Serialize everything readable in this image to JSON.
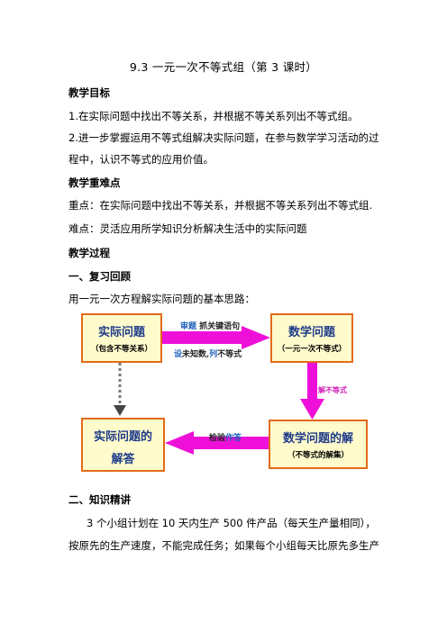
{
  "title": "9.3 一元一次不等式组（第 3 课时）",
  "goals_heading": "教学目标",
  "goal_1": "1.在实际问题中找出不等关系，并根据不等关系列出不等式组。",
  "goal_2_line1": "2.进一步掌握运用不等式组解决实际问题，在参与数学学习活动的过",
  "goal_2_line2": "程中，认识不等式的应用价值。",
  "keypoints_heading": "教学重难点",
  "key_point": "重点：在实际问题中找出不等关系，并根据不等关系列出不等式组.",
  "difficult_point": "难点：灵活应用所学知识分析解决生活中的实际问题",
  "process_heading": "教学过程",
  "section_1_heading": "一、复习回顾",
  "review_intro": "用一元一次方程解实际问题的基本思路：",
  "diagram": {
    "box_real_problem": "实际问题",
    "box_real_problem_sub": "（包含不等关系）",
    "box_math_problem": "数学问题",
    "box_math_problem_sub": "（一元一次不等式）",
    "box_math_solution": "数学问题的解",
    "box_math_solution_sub": "（不等式的解集）",
    "box_real_answer_line1": "实际问题的",
    "box_real_answer_line2": "解答",
    "arrow_top_label_1a": "审题",
    "arrow_top_label_1b": "抓关键语句",
    "arrow_top_label_2a": "设",
    "arrow_top_label_2b": "未知数,",
    "arrow_top_label_2c": "列",
    "arrow_top_label_2d": "不等式",
    "arrow_right_label": "解不等式",
    "arrow_bottom_label_a": "检验",
    "arrow_bottom_label_b": "作答",
    "colors": {
      "box_fill": "#fffbcc",
      "box_border": "#e36b1a",
      "arrow": "#ee10d8",
      "dashed_arrow": "#777777"
    }
  },
  "section_2_heading": "二、知识精讲",
  "problem_line1": "3 个小组计划在 10 天内生产 500 件产品（每天生产量相同），",
  "problem_line2": "按原先的生产速度，不能完成任务；如果每个小组每天比原先多生产"
}
